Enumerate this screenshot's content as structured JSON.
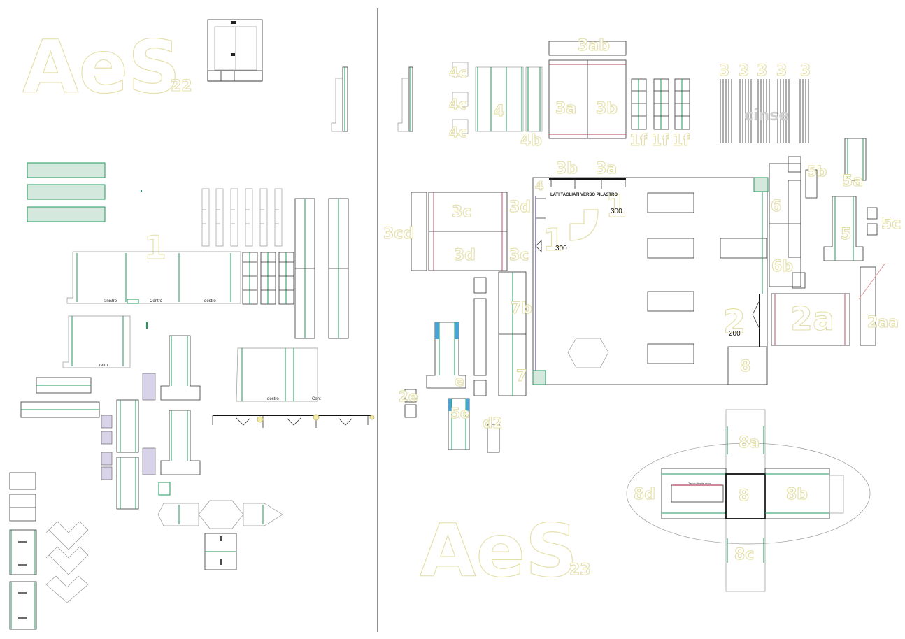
{
  "brand": {
    "left": {
      "main": "AeS",
      "sub": "22"
    },
    "right": {
      "main": "AeS",
      "sub": "23"
    }
  },
  "colors": {
    "outline_text": "#e4dfa6",
    "green": "#1f9a5c",
    "red": "#b0405b",
    "blue": "#4aa3d8",
    "lavender": "#d9d3ea"
  },
  "left_sheet": {
    "labels": {
      "part_1": "1",
      "sinistro": "sinistro",
      "centro": "Centro",
      "destro": "destro",
      "retro": "retro",
      "destro_b": "destro",
      "centro_b": "Cent"
    }
  },
  "right_sheet": {
    "labels": {
      "l3ab": "3ab",
      "l4c_1": "4c",
      "l4c_2": "4c",
      "l4c_3": "4c",
      "l4": "4",
      "l4b": "4b",
      "l3a": "3a",
      "l3b": "3b",
      "l1f_1": "1f",
      "l1f_2": "1f",
      "l1f_3": "1f",
      "l3_1": "3",
      "l3_2": "3",
      "l3_3": "3",
      "l3_4": "3",
      "l3_5": "3",
      "cinse": "cinse",
      "l3b_2": "3b",
      "l3a_2": "3a",
      "l4x": "4",
      "l1_1": "1",
      "l1_2": "1",
      "l300_1": "300",
      "l300_2": "300",
      "note": "LATI TAGLIATI VERSO PILASTRO",
      "l3c": "3c",
      "l3d": "3d",
      "l3cd": "3cd",
      "l3d_2": "3d",
      "l3c_2": "3c",
      "l6": "6",
      "l6b": "6b",
      "l5b": "5b",
      "l5a": "5a",
      "l5": "5",
      "l5c": "5c",
      "l7b": "7b",
      "l7": "7",
      "l2": "2",
      "l200": "200",
      "l2a": "2a",
      "l2aa": "2aa",
      "l8": "8",
      "le": "e",
      "l2e": "2e",
      "l5e": "5e",
      "ld2": "d2",
      "l8a": "8a",
      "l8d": "8d",
      "l8_2": "8",
      "l8b": "8b",
      "l8c": "8c",
      "tag": "Tavolo fronte retro"
    }
  }
}
